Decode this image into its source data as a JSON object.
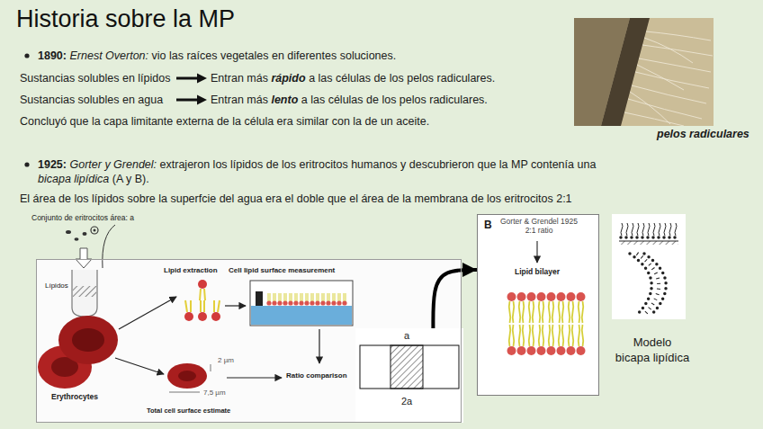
{
  "diagram": {
    "title": "Historia sobre la MP",
    "nodes": [
      {
        "text": [
          "Lipid extraction",
          "Cell lipid surface measurement",
          "Erythrocytes",
          "2 µm",
          "7,5 µm",
          "Total cell surface estimate",
          "Ratio comparison"
        ]
      },
      {
        "text": [
          "a",
          "2a"
        ],
        "in": 0
      },
      {
        "text": [
          "B",
          "Gorter & Grendel 1925 2:1 ratio",
          "Lipid bilayer"
        ]
      }
    ],
    "edges": [
      {
        "from": 1,
        "to": 2,
        "arrow": "to"
      }
    ],
    "labels": [
      "1890:",
      "Ernest Overton:",
      "vio las raíces vegetales en diferentes soluciones.",
      "Sustancias solubles en lípidos",
      "Entran más",
      "rápido",
      "a las células de los pelos radiculares.",
      "Sustancias solubles en agua",
      "Entran más",
      "lento",
      "a las células de los pelos radiculares.",
      "Concluyó que la capa limitante externa de la célula era similar con la de un aceite.",
      "pelos radiculares",
      "1925:",
      "Gorter y Grendel:",
      "extrajeron los lípidos de los eritrocitos humanos y descubrieron que la MP contenía una",
      "bicapa lipídica",
      "(A y B).",
      "El área de los lípidos sobre la superfcie del agua era el doble que el área de la membrana de los eritrocitos 2:1",
      "Conjunto de eritrocitos área: a",
      "Lípidos",
      "Modelo",
      "bicapa lipídica"
    ]
  }
}
